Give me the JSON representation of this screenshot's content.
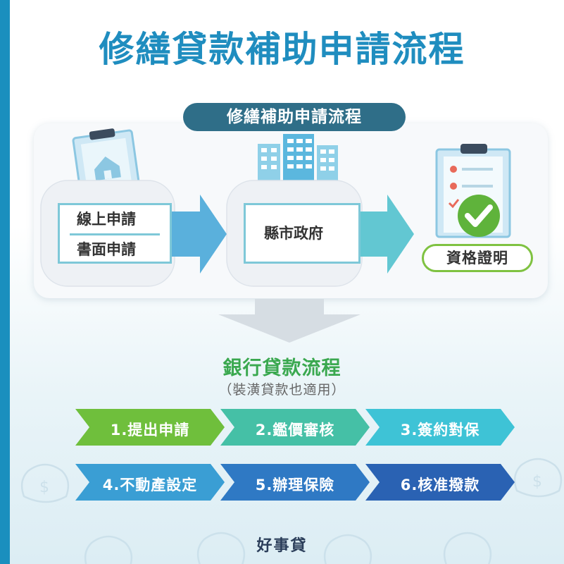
{
  "title": "修繕貸款補助申請流程",
  "subsidy": {
    "section_label": "修繕補助申請流程",
    "apply_online": "線上申請",
    "apply_paper": "書面申請",
    "government": "縣市政府",
    "certificate": "資格證明"
  },
  "bank": {
    "title": "銀行貸款流程",
    "subtitle": "（裝潢貸款也適用）",
    "steps": [
      {
        "label": "1.提出申請",
        "color": "#6fbf3c"
      },
      {
        "label": "2.鑑價審核",
        "color": "#45c0a6"
      },
      {
        "label": "3.簽約對保",
        "color": "#3ec3d6"
      },
      {
        "label": "4.不動產設定",
        "color": "#3a9ed4"
      },
      {
        "label": "5.辦理保險",
        "color": "#2f79c4"
      },
      {
        "label": "6.核准撥款",
        "color": "#2a62b3"
      }
    ]
  },
  "brand": "好事貸",
  "colors": {
    "accent": "#1f8dbf",
    "bank_title": "#3aa84f",
    "pill": "#2f6e88"
  },
  "icons": [
    "house-clipboard-icon",
    "buildings-icon",
    "checklist-clipboard-icon",
    "check-badge-icon",
    "money-bag-icon"
  ]
}
